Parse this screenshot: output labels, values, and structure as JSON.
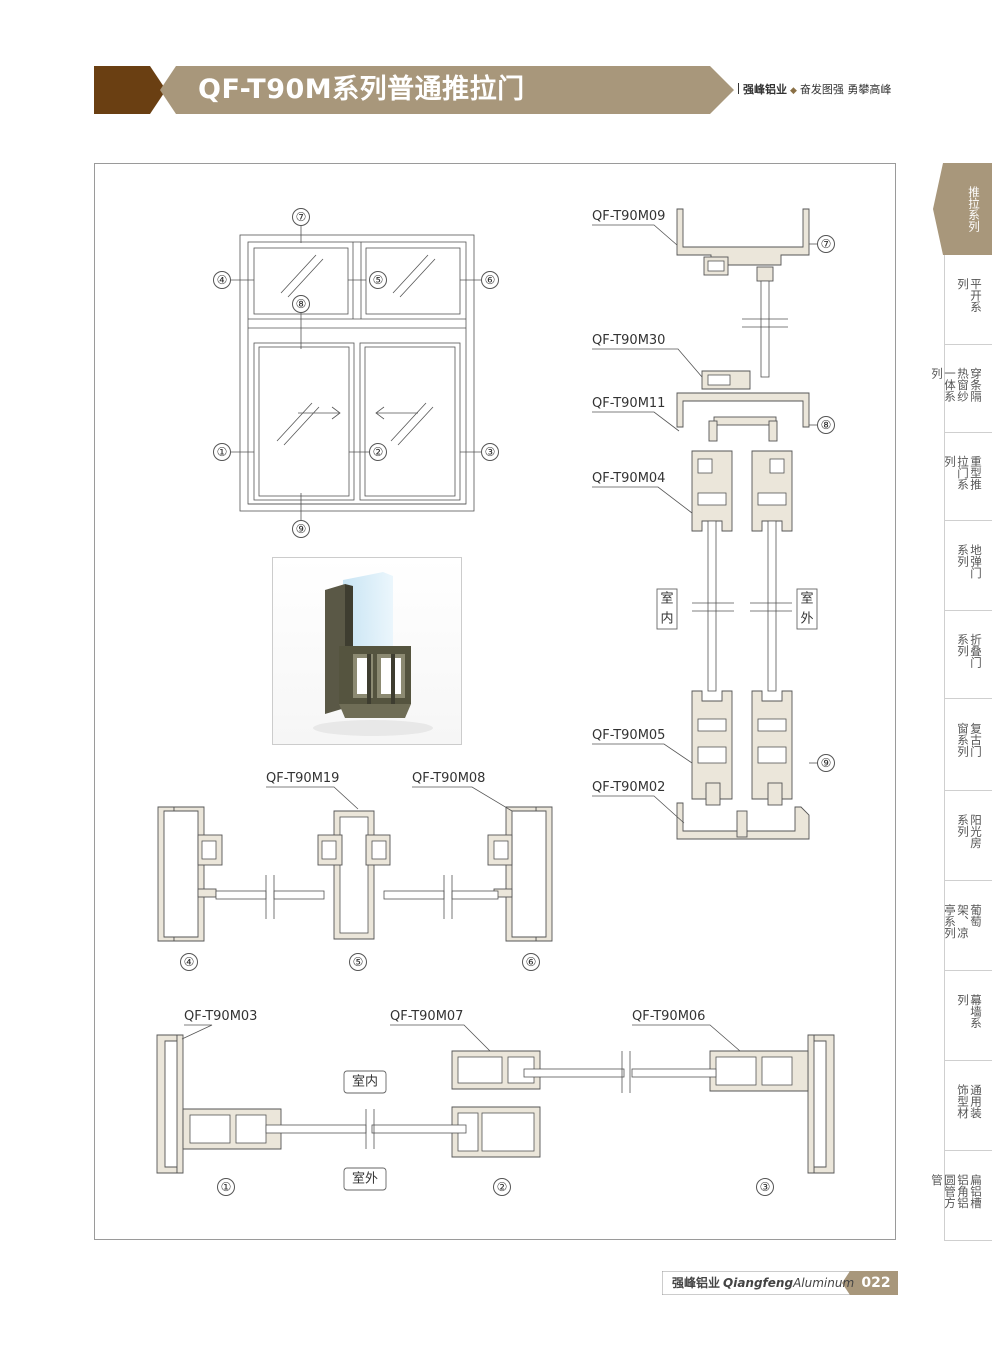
{
  "header": {
    "title": "QF-T90M系列普通推拉门",
    "brand": "强峰铝业",
    "motto": "奋发图强 勇攀高峰",
    "colors": {
      "dark": "#6a3f12",
      "gold": "#a8977b"
    }
  },
  "tabs": [
    {
      "label": "推拉系列",
      "active": true
    },
    {
      "label": "平开系列"
    },
    {
      "label": "穿条隔热窗纱一体系列"
    },
    {
      "label": "重型推拉门系列"
    },
    {
      "label": "地弹门系列"
    },
    {
      "label": "折叠门系列"
    },
    {
      "label": "复古门窗系列"
    },
    {
      "label": "阳光房系列"
    },
    {
      "label": "葡萄架、凉亭系列"
    },
    {
      "label": "幕墙系列"
    },
    {
      "label": "通用装饰型材"
    },
    {
      "label": "扁铝槽铝角铝圆管方管"
    }
  ],
  "elevation": {
    "markers": [
      "①",
      "②",
      "③",
      "④",
      "⑤",
      "⑥",
      "⑦",
      "⑧",
      "⑨"
    ]
  },
  "vertical_section": {
    "codes": [
      "QF-T90M09",
      "QF-T90M30",
      "QF-T90M11",
      "QF-T90M04",
      "QF-T90M05",
      "QF-T90M02"
    ],
    "markers": [
      "⑦",
      "⑧",
      "⑨"
    ],
    "indoor": "室内",
    "outdoor": "室外",
    "indoor_v": [
      "室",
      "内"
    ],
    "outdoor_v": [
      "室",
      "外"
    ]
  },
  "transom_section": {
    "codes": [
      "QF-T90M19",
      "QF-T90M08"
    ],
    "markers": [
      "④",
      "⑤",
      "⑥"
    ]
  },
  "horizontal_section": {
    "codes": [
      "QF-T90M03",
      "QF-T90M07",
      "QF-T90M06"
    ],
    "markers": [
      "①",
      "②",
      "③"
    ],
    "indoor": "室内",
    "outdoor": "室外"
  },
  "footer": {
    "brand_cn": "强峰铝业",
    "brand_en_bold": "Qiangfeng",
    "brand_en": "Aluminum",
    "page": "022"
  }
}
